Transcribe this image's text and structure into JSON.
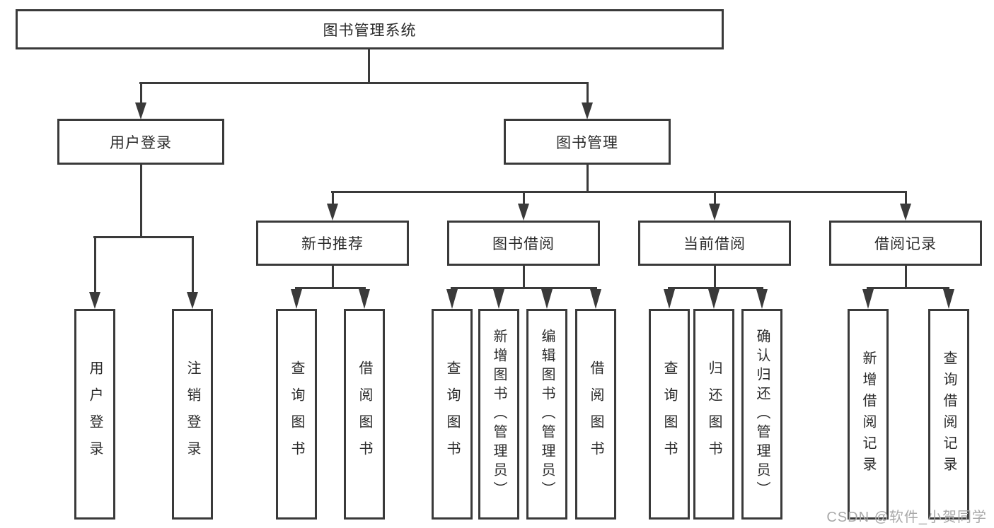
{
  "diagram": {
    "title": "图书管理系统",
    "nodes": {
      "root": "图书管理系统",
      "level1": [
        "用户登录",
        "图书管理"
      ],
      "level2": [
        "新书推荐",
        "图书借阅",
        "当前借阅",
        "借阅记录"
      ],
      "leaves": [
        "用户登录",
        "注销登录",
        "查询图书",
        "借阅图书",
        "查询图书",
        "新增图书（管理员）",
        "编辑图书（管理员）",
        "借阅图书",
        "查询图书",
        "归还图书",
        "确认归还（管理员）",
        "新增借阅记录",
        "查询借阅记录"
      ]
    },
    "colors": {
      "line": "#3a3a3a",
      "text": "#2b2b2b",
      "watermark": "#a9a9a9",
      "background": "#ffffff"
    }
  },
  "watermark": {
    "text": "CSDN @软件_小贺同学"
  }
}
